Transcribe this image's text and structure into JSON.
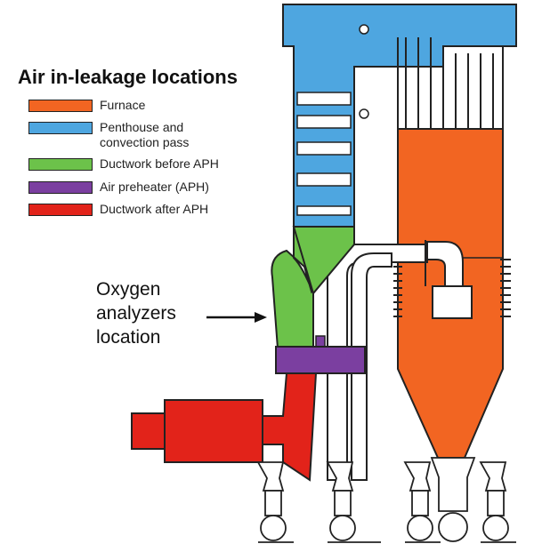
{
  "title": "Air in-leakage locations",
  "legend": [
    {
      "label": "Furnace",
      "color": "#f26522"
    },
    {
      "label": "Penthouse and\nconvection pass",
      "color": "#4ea6e0"
    },
    {
      "label": "Ductwork before APH",
      "color": "#6cc24a"
    },
    {
      "label": "Air preheater (APH)",
      "color": "#7b3fa0"
    },
    {
      "label": "Ductwork after APH",
      "color": "#e2231a"
    }
  ],
  "callout": {
    "lines": [
      "Oxygen",
      "analyzers",
      "location"
    ]
  },
  "colors": {
    "furnace": "#f26522",
    "penthouse": "#4ea6e0",
    "duct_before": "#6cc24a",
    "aph": "#7b3fa0",
    "duct_after": "#e2231a",
    "outline": "#222222",
    "white_duct": "#ffffff"
  }
}
